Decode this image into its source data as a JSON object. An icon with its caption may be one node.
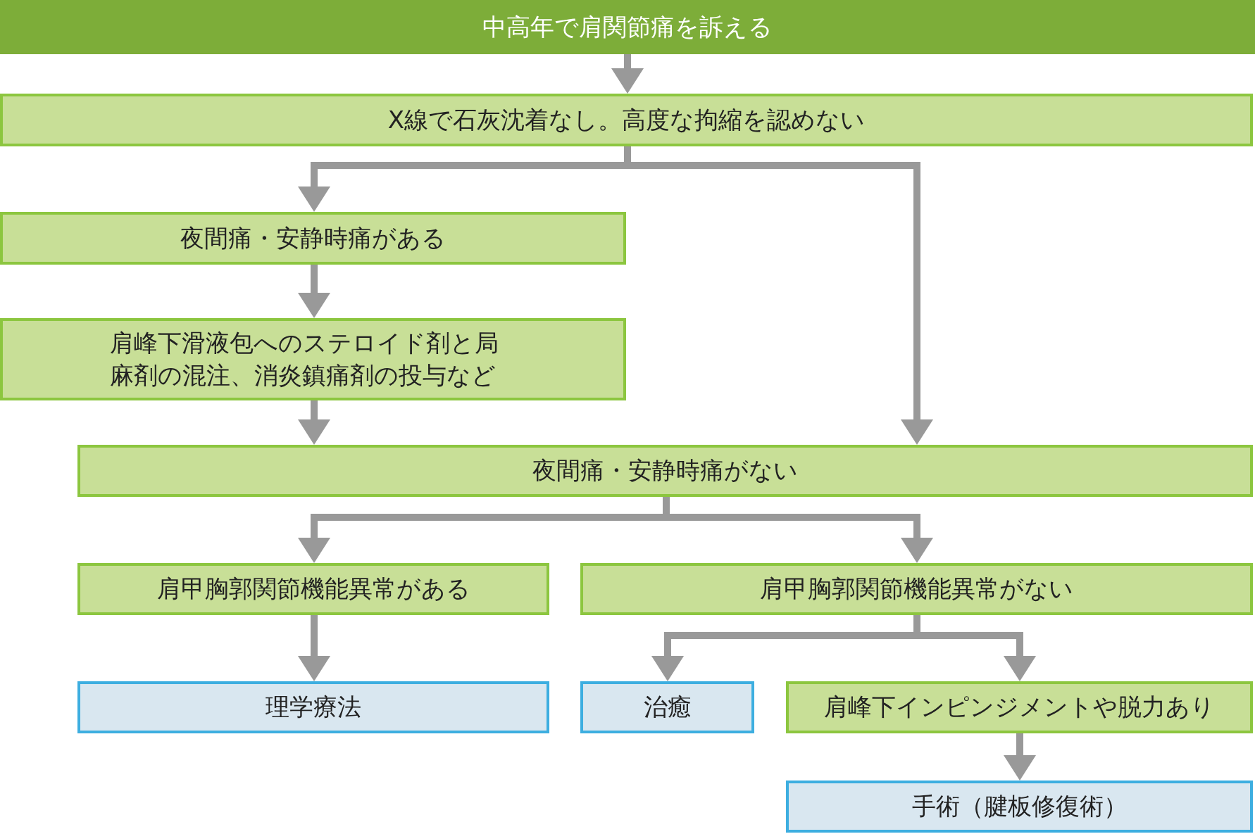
{
  "diagram": {
    "nodes": [
      {
        "text": [
          "中高年で肩関節痛を訴える"
        ]
      },
      {
        "text": [
          "X線で石灰沈着なし。高度な拘縮を認めない"
        ]
      },
      {
        "text": [
          "夜間痛・安静時痛がある"
        ]
      },
      {
        "text": [
          "肩峰下滑液包へのステロイド剤と局麻剤の混注、消炎鎮痛剤の投与など"
        ]
      },
      {
        "text": [
          "夜間痛・安静時痛がない"
        ]
      },
      {
        "text": [
          "肩甲胸郭関節機能異常がある"
        ]
      },
      {
        "text": [
          "肩甲胸郭関節機能異常がない"
        ]
      },
      {
        "text": [
          "理学療法"
        ]
      },
      {
        "text": [
          "治癒"
        ]
      },
      {
        "text": [
          "肩峰下インピンジメントや脱力あり"
        ]
      },
      {
        "text": [
          "手術（腱板修復術）"
        ]
      }
    ],
    "edges": [
      {
        "from": 0,
        "to": 1,
        "arrow": "to"
      },
      {
        "from": 1,
        "to": 2,
        "arrow": "to"
      },
      {
        "from": 1,
        "to": 4,
        "arrow": "to"
      },
      {
        "from": 2,
        "to": 3,
        "arrow": "to"
      },
      {
        "from": 3,
        "to": 4,
        "arrow": "to"
      },
      {
        "from": 4,
        "to": 5,
        "arrow": "to"
      },
      {
        "from": 4,
        "to": 6,
        "arrow": "to"
      },
      {
        "from": 5,
        "to": 7,
        "arrow": "to"
      },
      {
        "from": 6,
        "to": 8,
        "arrow": "to"
      },
      {
        "from": 6,
        "to": 9,
        "arrow": "to"
      },
      {
        "from": 9,
        "to": 10,
        "arrow": "to"
      }
    ]
  }
}
